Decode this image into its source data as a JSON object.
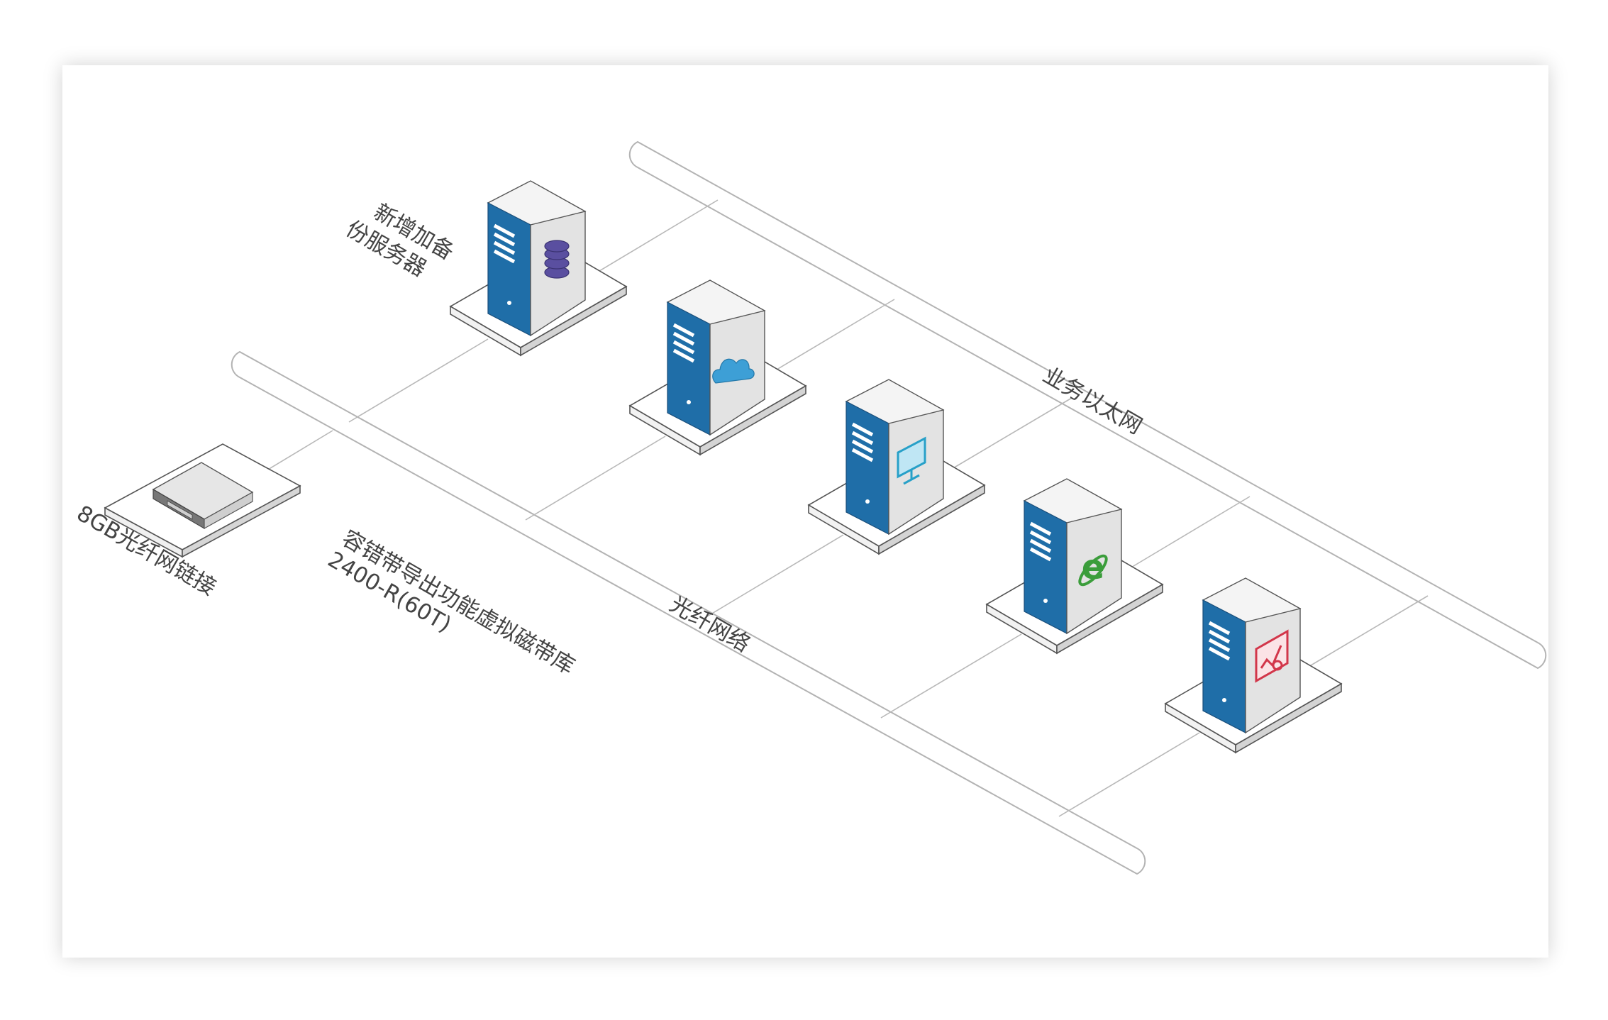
{
  "labels": {
    "backup_server_line1": "新增加备",
    "backup_server_line2": "份服务器",
    "fc_link": "8GB光纤网链接",
    "tape_line1": "容错带导出功能虚拟磁带库",
    "tape_line2": "2400-R(60T)",
    "ethernet": "业务以太网",
    "fiber_network": "光纤网络"
  },
  "servers": [
    {
      "name": "server-database",
      "icon": "database-icon"
    },
    {
      "name": "server-cloud",
      "icon": "cloud-icon"
    },
    {
      "name": "server-monitor",
      "icon": "monitor-icon"
    },
    {
      "name": "server-ie",
      "icon": "internet-explorer-icon"
    },
    {
      "name": "server-analytics",
      "icon": "chart-icon"
    }
  ],
  "colors": {
    "server_front": "#1f6ea8",
    "server_side": "#e3e3e3",
    "database_icon": "#5a4fa0",
    "cloud_icon": "#3d9fd6",
    "monitor_icon": "#27a0c8",
    "ie_icon": "#3b9d3b",
    "chart_icon": "#d2364a",
    "bus_line": "#b0b0b0"
  }
}
